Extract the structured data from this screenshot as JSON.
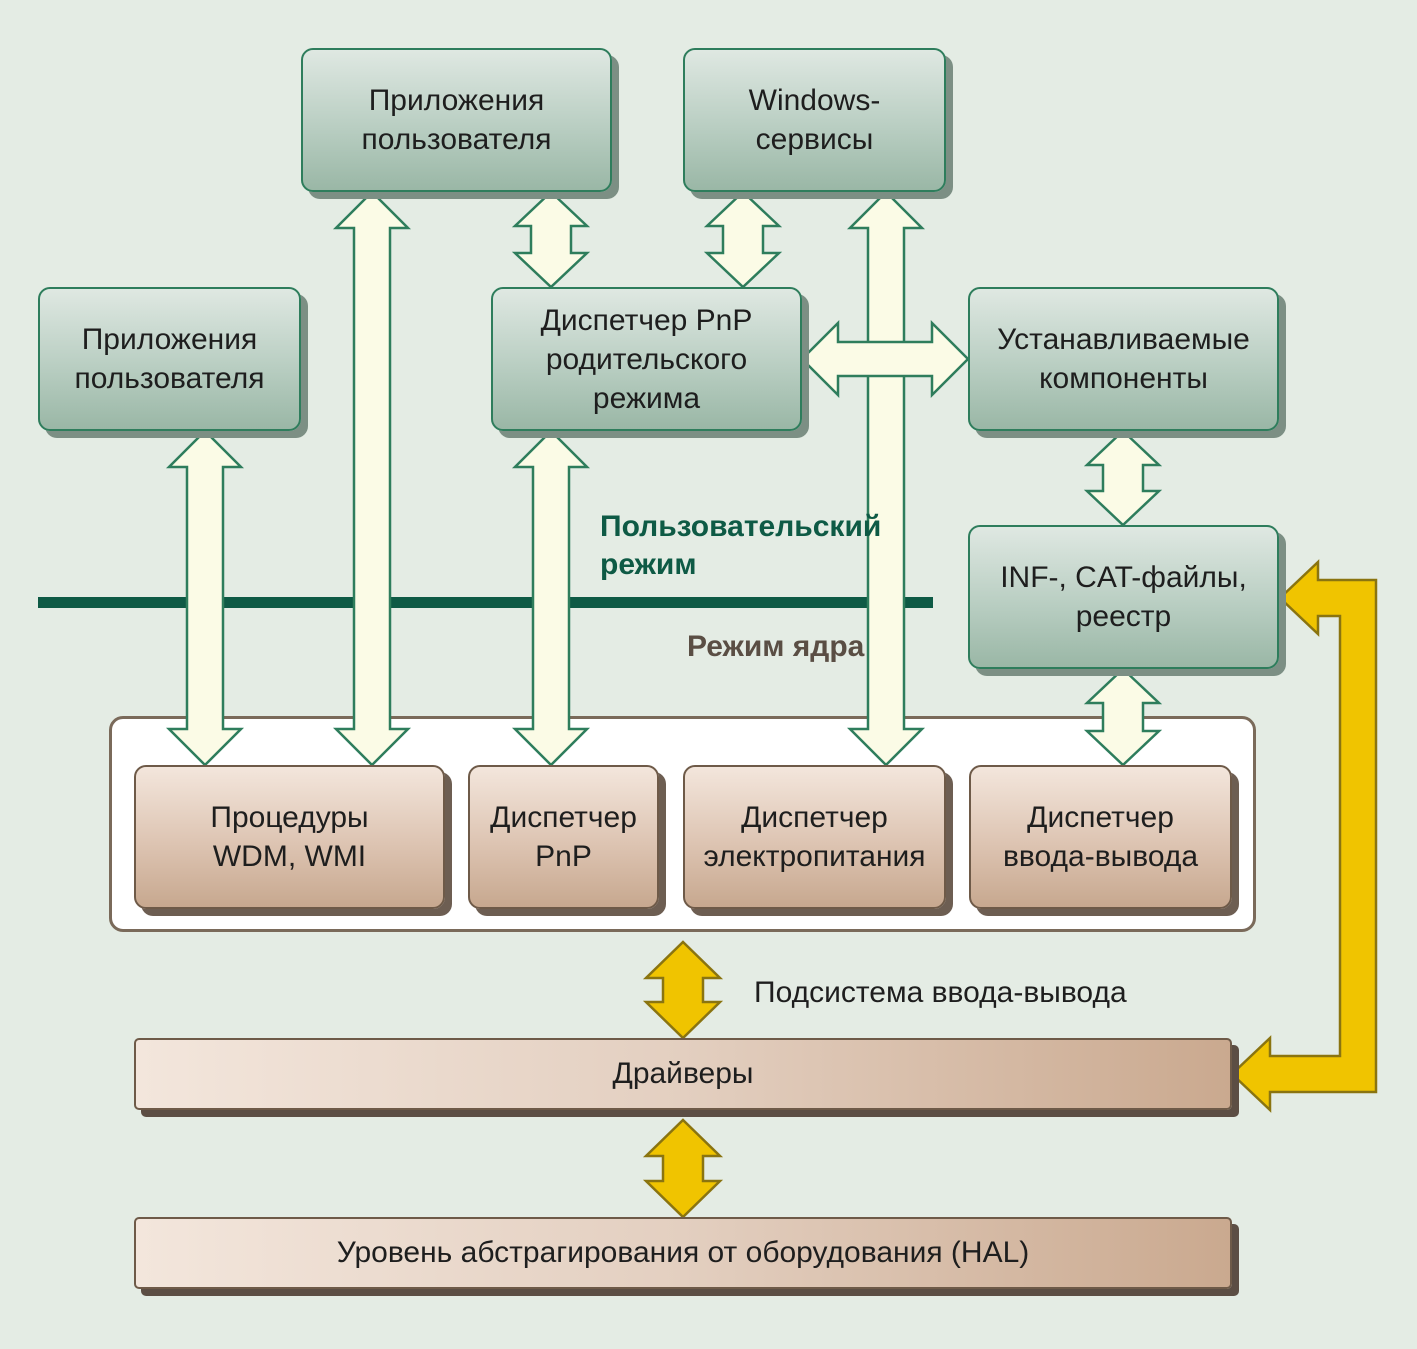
{
  "boxes": {
    "apps_top": [
      "Приложения",
      "пользователя"
    ],
    "win_services": [
      "Windows-",
      "сервисы"
    ],
    "apps_left": [
      "Приложения",
      "пользователя"
    ],
    "pnp_user": [
      "Диспетчер PnP",
      "родительского",
      "режима"
    ],
    "installable": [
      "Устанавливаемые",
      "компоненты"
    ],
    "inf_files": [
      "INF-, CAT-файлы,",
      "реестр"
    ],
    "wdm_wmi": [
      "Процедуры",
      "WDM, WMI"
    ],
    "pnp_kernel": [
      "Диспетчер",
      "PnP"
    ],
    "power": [
      "Диспетчер",
      "электропитания"
    ],
    "io_manager": [
      "Диспетчер",
      "ввода-вывода"
    ],
    "drivers": "Драйверы",
    "hal": "Уровень абстрагирования от оборудования (HAL)"
  },
  "labels": {
    "user_mode": [
      "Пользовательский",
      "режим"
    ],
    "kernel_mode": "Режим ядра",
    "io_subsystem": "Подсистема ввода-вывода"
  },
  "colors": {
    "green_border": "#2e7d5c",
    "arrow_fill": "#fbfbe6",
    "yellow_arrow": "#f0c400",
    "mode_line": "#0e5a45"
  }
}
